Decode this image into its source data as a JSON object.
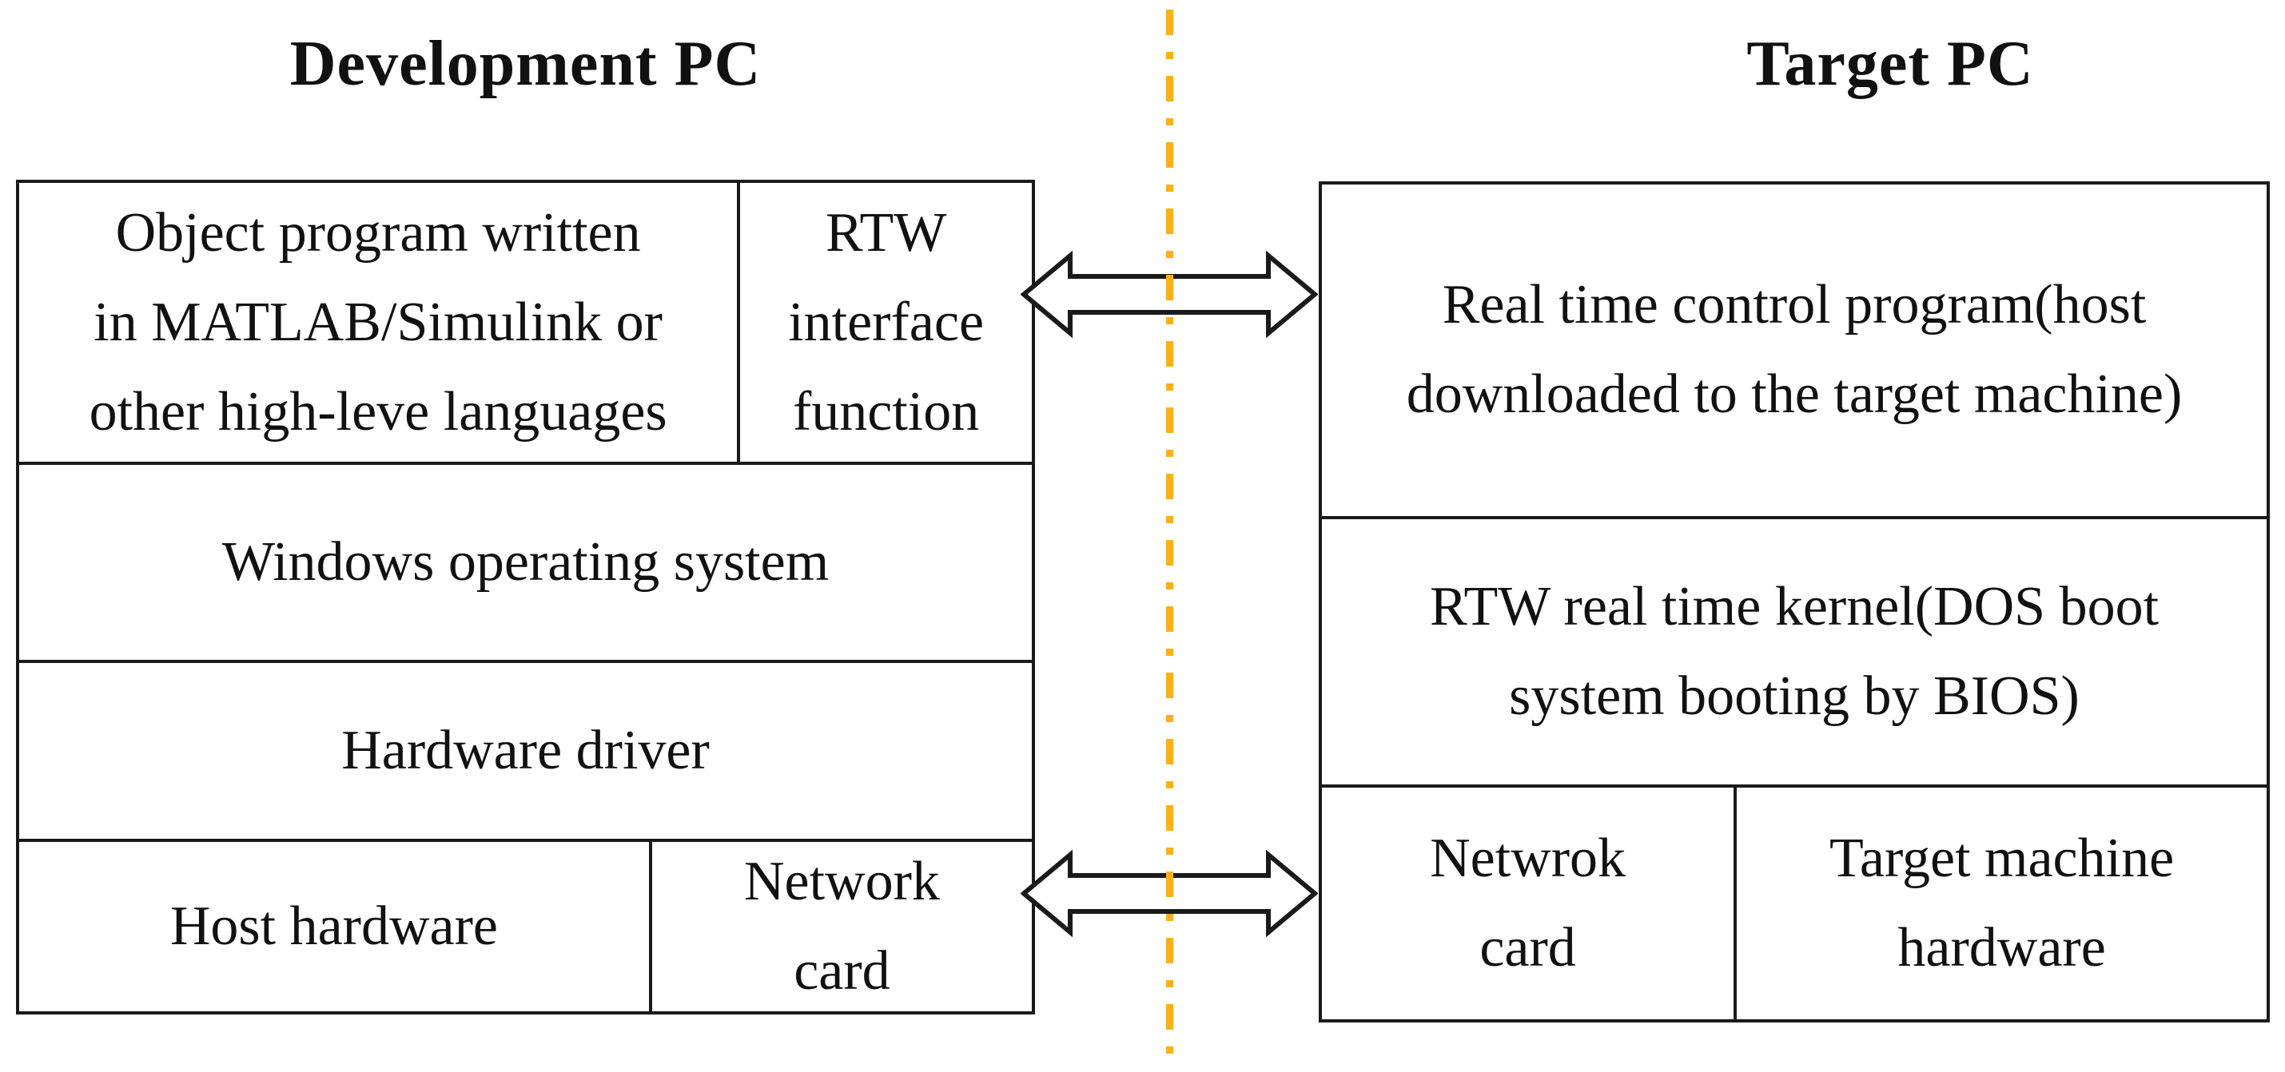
{
  "diagram": {
    "left": {
      "title": "Development PC",
      "cells": {
        "object_program": "Object program written\nin MATLAB/Simulink or\nother high-leve languages",
        "rtw_interface": "RTW\ninterface\nfunction",
        "windows_os": "Windows operating system",
        "hardware_driver": "Hardware driver",
        "host_hardware": "Host hardware",
        "network_card": "Network\ncard"
      }
    },
    "right": {
      "title": "Target PC",
      "cells": {
        "realtime_program": "Real time control program(host\ndownloaded to the target machine)",
        "rtw_kernel": "RTW real time kernel(DOS boot\nsystem booting by BIOS)",
        "network_card": "Netwrok\ncard",
        "target_hardware": "Target machine\nhardware"
      }
    },
    "connections": {
      "top_arrow": "double-headed arrow between RTW interface function and Real time control program",
      "bottom_arrow": "double-headed arrow between Network card and Netwrok card",
      "divider": "vertical dash-dot line separating Development PC and Target PC"
    },
    "colors": {
      "border": "#1a1a1a",
      "divider_line": "#fbb019",
      "arrow_fill": "#ffffff",
      "background": "#ffffff",
      "text": "#111111"
    }
  }
}
